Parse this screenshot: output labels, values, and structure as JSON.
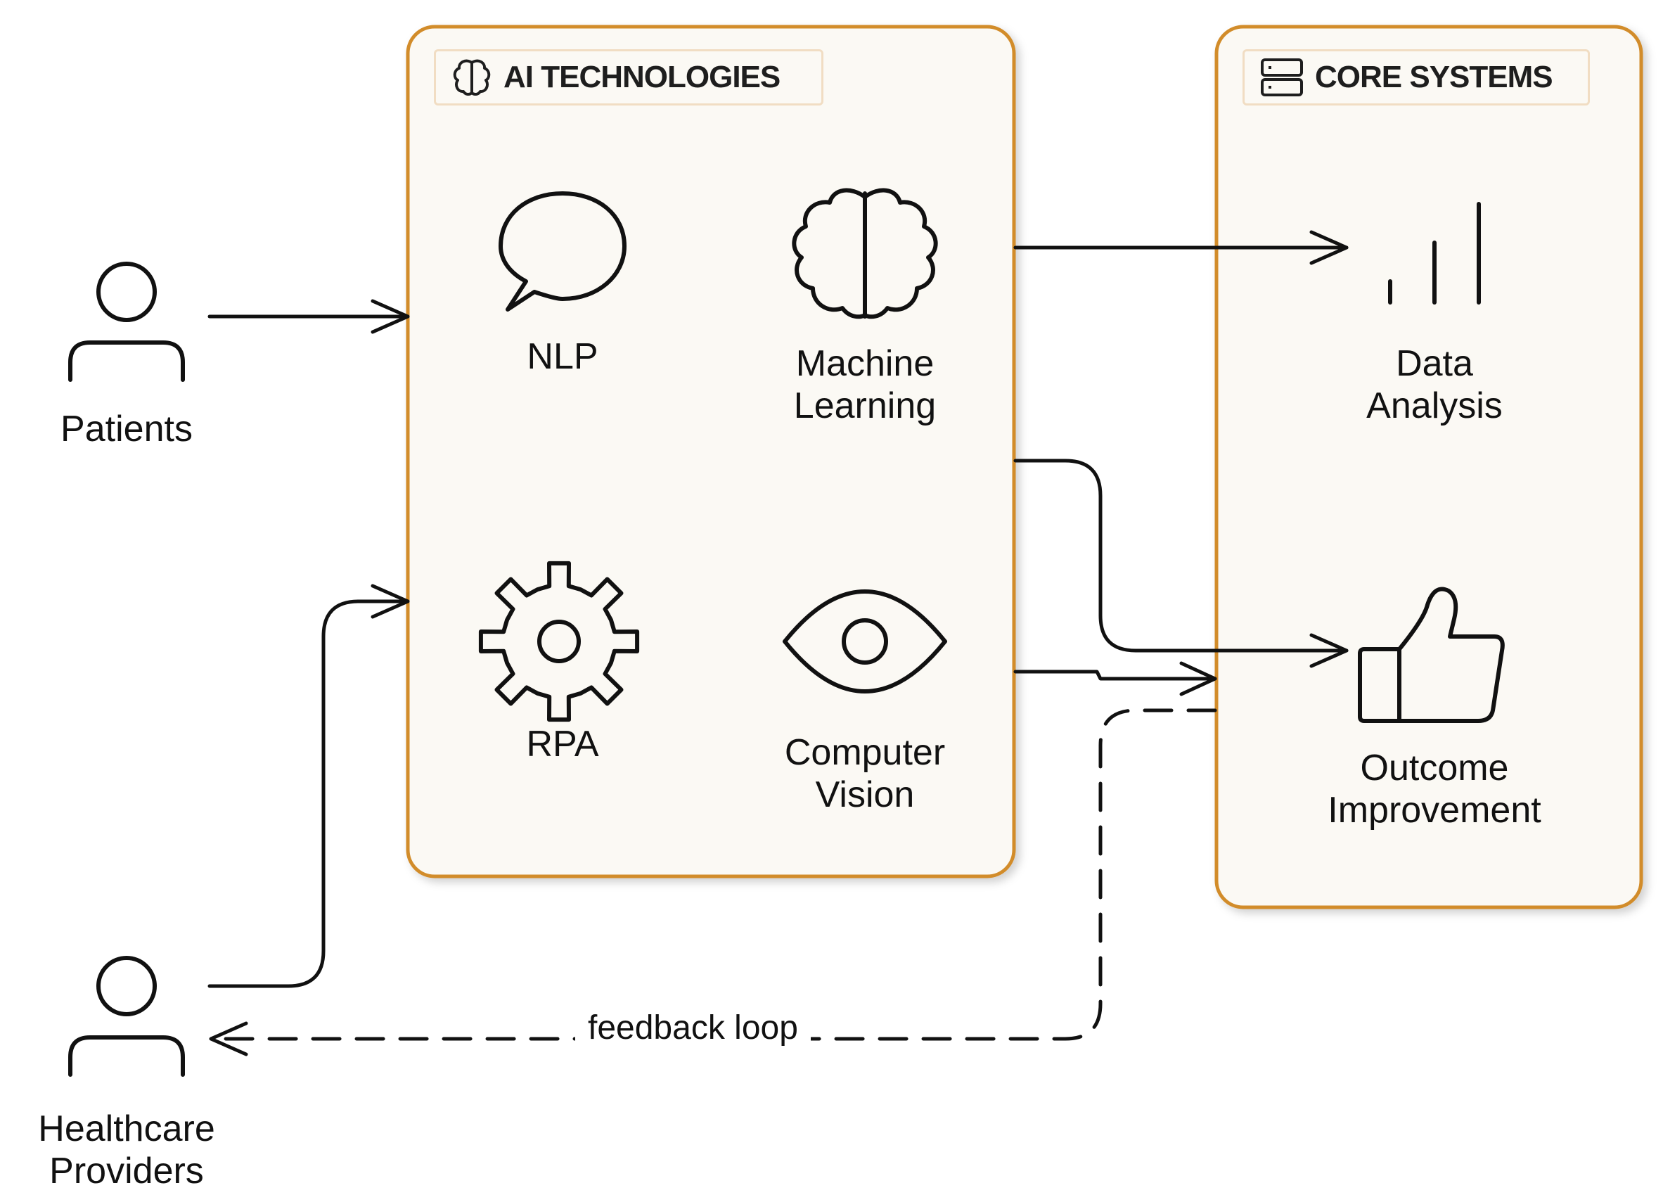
{
  "actors": {
    "patients": "Patients",
    "providers": "Healthcare\nProviders"
  },
  "groups": {
    "ai": {
      "title": "AI TECHNOLOGIES",
      "icon": "brain-icon",
      "items": [
        {
          "label": "NLP",
          "icon": "speech-bubble-icon"
        },
        {
          "label": "Machine\nLearning",
          "icon": "brain-icon"
        },
        {
          "label": "RPA",
          "icon": "gear-icon"
        },
        {
          "label": "Computer\nVision",
          "icon": "eye-icon"
        }
      ]
    },
    "core": {
      "title": "CORE SYSTEMS",
      "icon": "server-icon",
      "items": [
        {
          "label": "Data\nAnalysis",
          "icon": "bar-chart-icon"
        },
        {
          "label": "Outcome\nImprovement",
          "icon": "thumbs-up-icon"
        }
      ]
    }
  },
  "edges": {
    "feedback": "feedback loop"
  },
  "colors": {
    "group_border": "#d28c2b",
    "group_fill": "#fbf9f4",
    "stroke": "#111111"
  }
}
